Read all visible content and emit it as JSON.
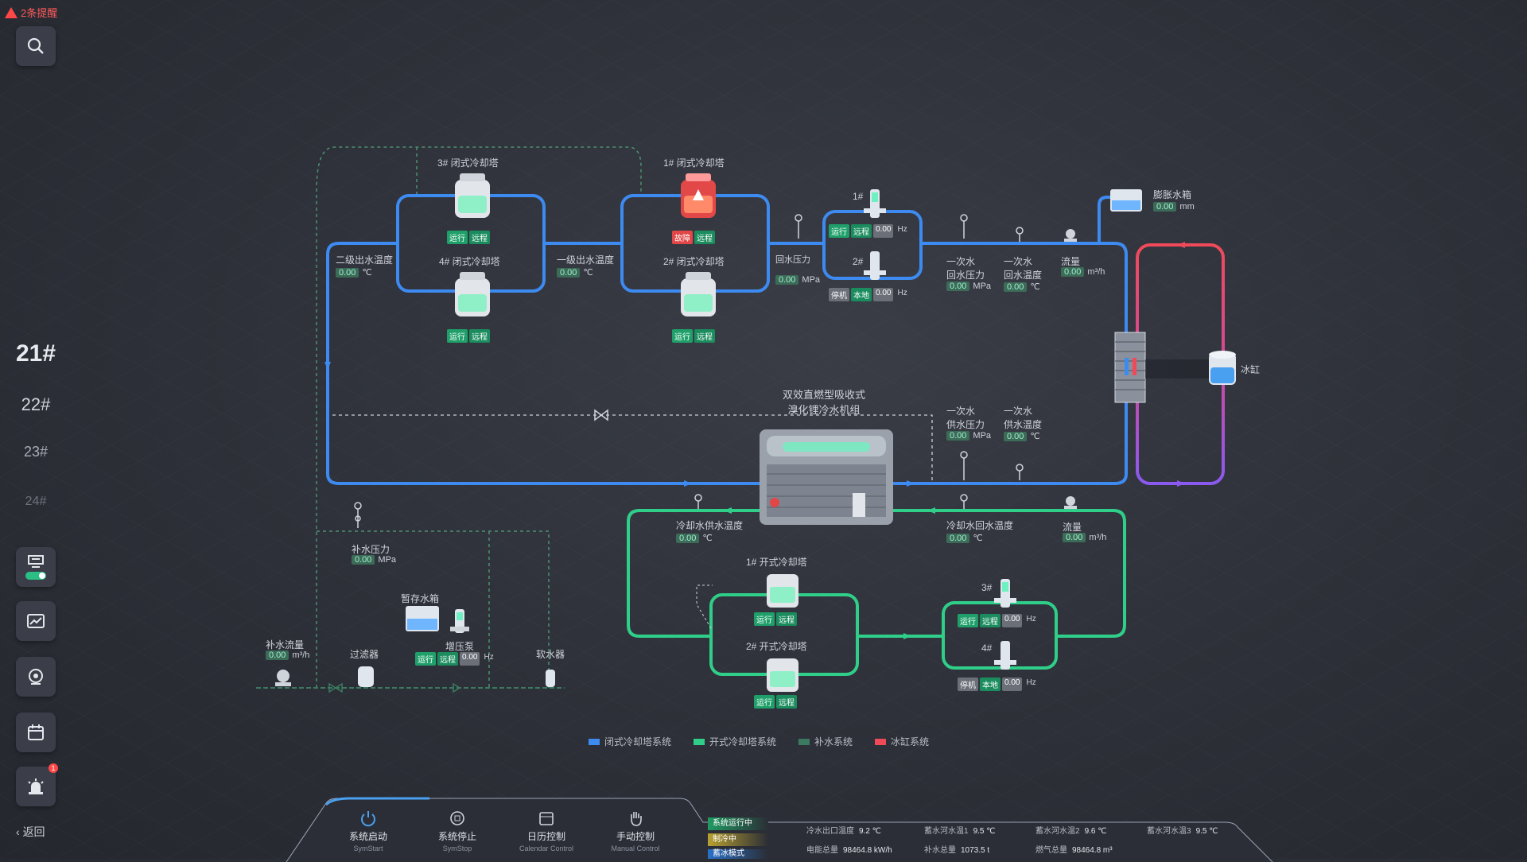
{
  "alert_text": "2条提醒",
  "units": {
    "num21": "21#",
    "num22": "22#",
    "num23": "23#",
    "num24": "24#"
  },
  "back_label": "返回",
  "sidebar_badge": "1",
  "towers": {
    "t3": "3# 闭式冷却塔",
    "t4": "4# 闭式冷却塔",
    "t1": "1# 闭式冷却塔",
    "t2": "2# 闭式冷却塔",
    "o1": "1# 开式冷却塔",
    "o2": "2# 开式冷却塔"
  },
  "status": {
    "run": "运行",
    "remote": "远程",
    "fault": "故障",
    "stop": "停机",
    "local": "本地"
  },
  "labels": {
    "sec_out_temp": "二级出水温度",
    "pri_out_temp": "一级出水温度",
    "return_pressure": "回水压力",
    "p_ret_pressure_1": "一次水",
    "p_ret_pressure_2": "回水压力",
    "p_ret_temp_1": "一次水",
    "p_ret_temp_2": "回水温度",
    "flow": "流量",
    "exp_tank": "膨胀水箱",
    "ice_tank": "冰缸",
    "chiller_1": "双效直燃型吸收式",
    "chiller_2": "溴化锂冷水机组",
    "p_sup_pressure_1": "一次水",
    "p_sup_pressure_2": "供水压力",
    "p_sup_temp_1": "一次水",
    "p_sup_temp_2": "供水温度",
    "cw_sup_temp": "冷却水供水温度",
    "cw_ret_temp": "冷却水回水温度",
    "flow2": "流量",
    "makeup_pressure": "补水压力",
    "buffer_tank": "暂存水箱",
    "booster_pump": "增压泵",
    "makeup_flow": "补水流量",
    "filter": "过滤器",
    "softener": "软水器",
    "pump1": "1#",
    "pump2": "2#",
    "pump3": "3#",
    "pump4": "4#"
  },
  "values": {
    "v": "0.00",
    "c": "℃",
    "mpa": "MPa",
    "hz": "Hz",
    "m3h": "m³/h",
    "mm": "mm"
  },
  "legend": [
    "闭式冷却塔系统",
    "开式冷却塔系统",
    "补水系统",
    "冰缸系统"
  ],
  "legend_colors": [
    "#3d8af0",
    "#2fcf8a",
    "#3b7a60",
    "#f04a5a"
  ],
  "buttons": [
    {
      "cn": "系统启动",
      "en": "SymStart"
    },
    {
      "cn": "系统停止",
      "en": "SymStop"
    },
    {
      "cn": "日历控制",
      "en": "Calendar Control"
    },
    {
      "cn": "手动控制",
      "en": "Manual Control"
    }
  ],
  "modes": [
    "系统运行中",
    "制冷中",
    "蓄冰模式"
  ],
  "stats": [
    {
      "k": "冷水出口温度",
      "v": "9.2 ℃"
    },
    {
      "k": "蓄水河水温1",
      "v": "9.5 ℃"
    },
    {
      "k": "蓄水河水温2",
      "v": "9.6 ℃"
    },
    {
      "k": "蓄水河水温3",
      "v": "9.5 ℃"
    },
    {
      "k": "电能总量",
      "v": "98464.8 kW/h"
    },
    {
      "k": "补水总量",
      "v": "1073.5 t"
    },
    {
      "k": "燃气总量",
      "v": "98464.8 m³"
    }
  ]
}
